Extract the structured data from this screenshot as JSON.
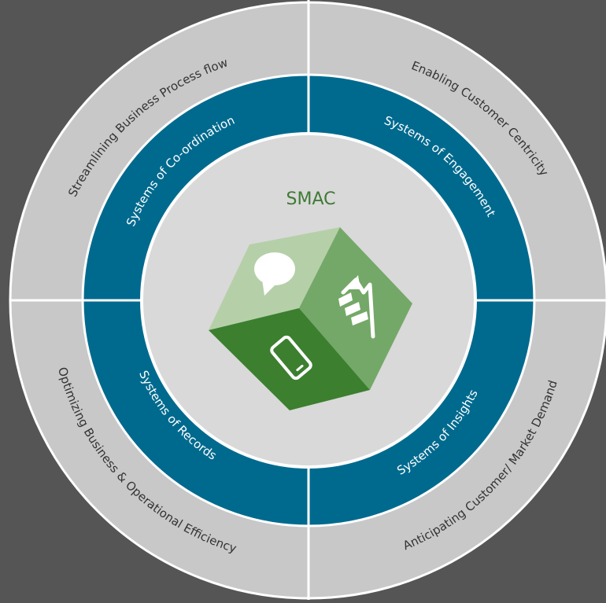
{
  "center": {
    "title": "SMAC"
  },
  "inner_ring": {
    "top_left": "Systems of Co-ordination",
    "top_right": "Systems of Engagement",
    "bottom_left": "Systems of Records",
    "bottom_right": "Systems of Insights"
  },
  "outer_ring": {
    "top_left": "Streamlining Business Process flow",
    "top_right": "Enabling Customer Centricity",
    "bottom_left": "Optimizing Business & Operational Efficiency",
    "bottom_right": "Anticipating Customer/ Market Demand"
  },
  "colors": {
    "background": "#555555",
    "outer_ring": "#c8c8c8",
    "inner_ring": "#006a8e",
    "center": "#d9d9d9",
    "divider": "#ffffff",
    "cube_top": "#b5d0a8",
    "cube_right": "#74a868",
    "cube_front": "#3c7f2f",
    "title": "#3f7a35"
  },
  "icons": {
    "cube_top": "chat-bubble-icon",
    "cube_right": "analytics-trend-icon",
    "cube_front": "mobile-phone-icon"
  }
}
